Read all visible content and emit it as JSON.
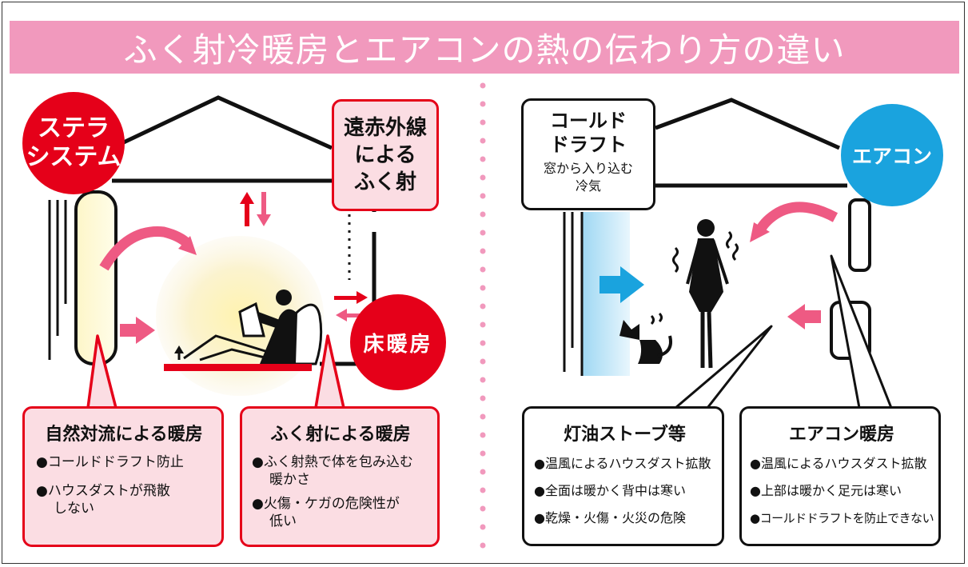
{
  "title": "ふく射冷暖房とエアコンの熱の伝わり方の違い",
  "colors": {
    "accent_pink": "#f199bd",
    "red": "#e50019",
    "blue": "#1aa3de",
    "light_pink": "#fbdde3"
  },
  "left": {
    "badge_top": [
      "ステラ",
      "システム"
    ],
    "infrared_box": [
      "遠赤外線",
      "による",
      "ふく射"
    ],
    "floor_badge": "床暖房",
    "convection_box": {
      "heading": "自然対流による暖房",
      "items": [
        "●コールドドラフト防止",
        "●ハウスダストが飛散",
        "しない"
      ]
    },
    "radiation_box": {
      "heading": "ふく射による暖房",
      "items": [
        "●ふく射熱で体を包み込む",
        "暖かさ",
        "●火傷・ケガの危険性が",
        "低い"
      ]
    }
  },
  "right": {
    "draft_box": {
      "title": [
        "コールド",
        "ドラフト"
      ],
      "caption": [
        "窓から入り込む",
        "冷気"
      ]
    },
    "aircon_badge": "エアコン",
    "stove_box": {
      "heading": "灯油ストーブ等",
      "items": [
        "●温風によるハウスダスト拡散",
        "●全面は暖かく背中は寒い",
        "●乾燥・火傷・火災の危険"
      ]
    },
    "aircon_box": {
      "heading": "エアコン暖房",
      "items": [
        "●温風によるハウスダスト拡散",
        "●上部は暖かく足元は寒い",
        "●コールドドラフトを防止できない"
      ]
    }
  }
}
